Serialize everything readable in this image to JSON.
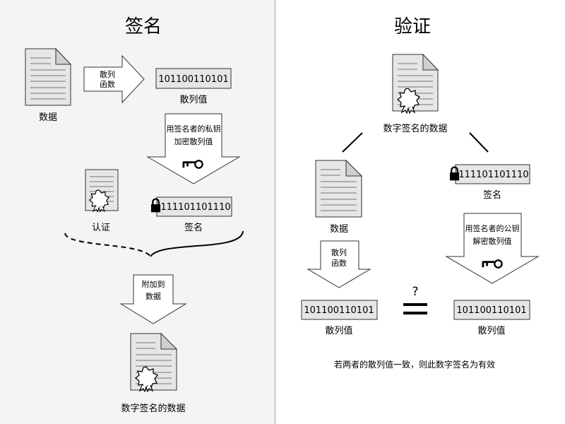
{
  "left": {
    "title": "签名",
    "data_label": "数据",
    "hash_arrow_line1": "散列",
    "hash_arrow_line2": "函数",
    "hash_value": "101100110101",
    "hash_label": "散列值",
    "encrypt_line1": "用签名者的私钥",
    "encrypt_line2": "加密散列值",
    "cert_label": "认证",
    "signature_value": "111101101110",
    "signature_label": "签名",
    "attach_line1": "附加到",
    "attach_line2": "数据",
    "signed_data_label": "数字签名的数据"
  },
  "right": {
    "title": "验证",
    "signed_data_label": "数字签名的数据",
    "data_label": "数据",
    "signature_value": "111101101110",
    "signature_label": "签名",
    "hash_arrow_line1": "散列",
    "hash_arrow_line2": "函数",
    "decrypt_line1": "用签名者的公钥",
    "decrypt_line2": "解密散列值",
    "hash_value_left": "101100110101",
    "hash_label_left": "散列值",
    "question_mark": "?",
    "hash_value_right": "101100110101",
    "hash_label_right": "散列值",
    "conclusion": "若两者的散列值一致，则此数字签名为有效"
  },
  "colors": {
    "left_background": "#f4f4f4",
    "box_fill": "#e6e6e6"
  }
}
